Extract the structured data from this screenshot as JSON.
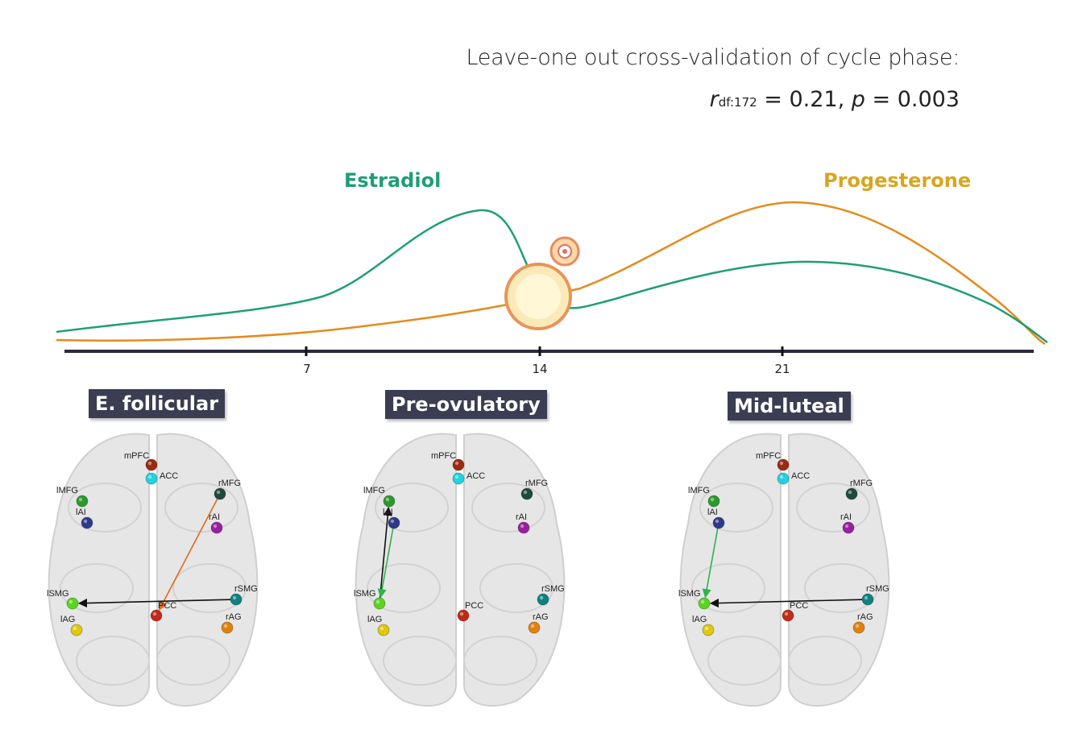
{
  "title": "Leave-one out cross-validation of cycle phase:",
  "stat": {
    "r_symbol": "r",
    "df": "df:172",
    "r_value": " = 0.21, ",
    "p_symbol": "p",
    "p_value": " = 0.003"
  },
  "hormones": {
    "estradiol": {
      "label": "Estradiol",
      "color": "#1e9e78"
    },
    "progesterone": {
      "label": "Progesterone",
      "color": "#e68a1c",
      "label_color": "#d9a520"
    }
  },
  "axis_ticks": [
    "7",
    "14",
    "21"
  ],
  "phases": [
    {
      "label": "E. follicular",
      "connections": [
        {
          "from": "rMFG",
          "to": "PCC",
          "color": "#e06a1c"
        },
        {
          "from": "rSMG",
          "to": "lSMG",
          "color": "#111111"
        }
      ]
    },
    {
      "label": "Pre-ovulatory",
      "connections": [
        {
          "from": "lSMG",
          "to": "lMFG",
          "color": "#111111"
        },
        {
          "from": "lAI",
          "to": "lSMG",
          "color": "#2db34a"
        }
      ]
    },
    {
      "label": "Mid-luteal",
      "connections": [
        {
          "from": "lAI",
          "to": "lSMG",
          "color": "#2db34a"
        },
        {
          "from": "rSMG",
          "to": "lSMG",
          "color": "#111111"
        }
      ]
    }
  ],
  "nodes": [
    {
      "id": "mPFC",
      "label": "mPFC",
      "color": "#9b2a10"
    },
    {
      "id": "ACC",
      "label": "ACC",
      "color": "#1fd3e0"
    },
    {
      "id": "lMFG",
      "label": "lMFG",
      "color": "#2a9a2a"
    },
    {
      "id": "lAI",
      "label": "lAI",
      "color": "#2d3a8a"
    },
    {
      "id": "rMFG",
      "label": "rMFG",
      "color": "#1d4a3a"
    },
    {
      "id": "rAI",
      "label": "rAI",
      "color": "#9a1fa0"
    },
    {
      "id": "lSMG",
      "label": "lSMG",
      "color": "#5ad41e"
    },
    {
      "id": "PCC",
      "label": "PCC",
      "color": "#c02a18"
    },
    {
      "id": "rSMG",
      "label": "rSMG",
      "color": "#0f8080"
    },
    {
      "id": "lAG",
      "label": "lAG",
      "color": "#e0c80a"
    },
    {
      "id": "rAG",
      "label": "rAG",
      "color": "#e0820a"
    }
  ]
}
